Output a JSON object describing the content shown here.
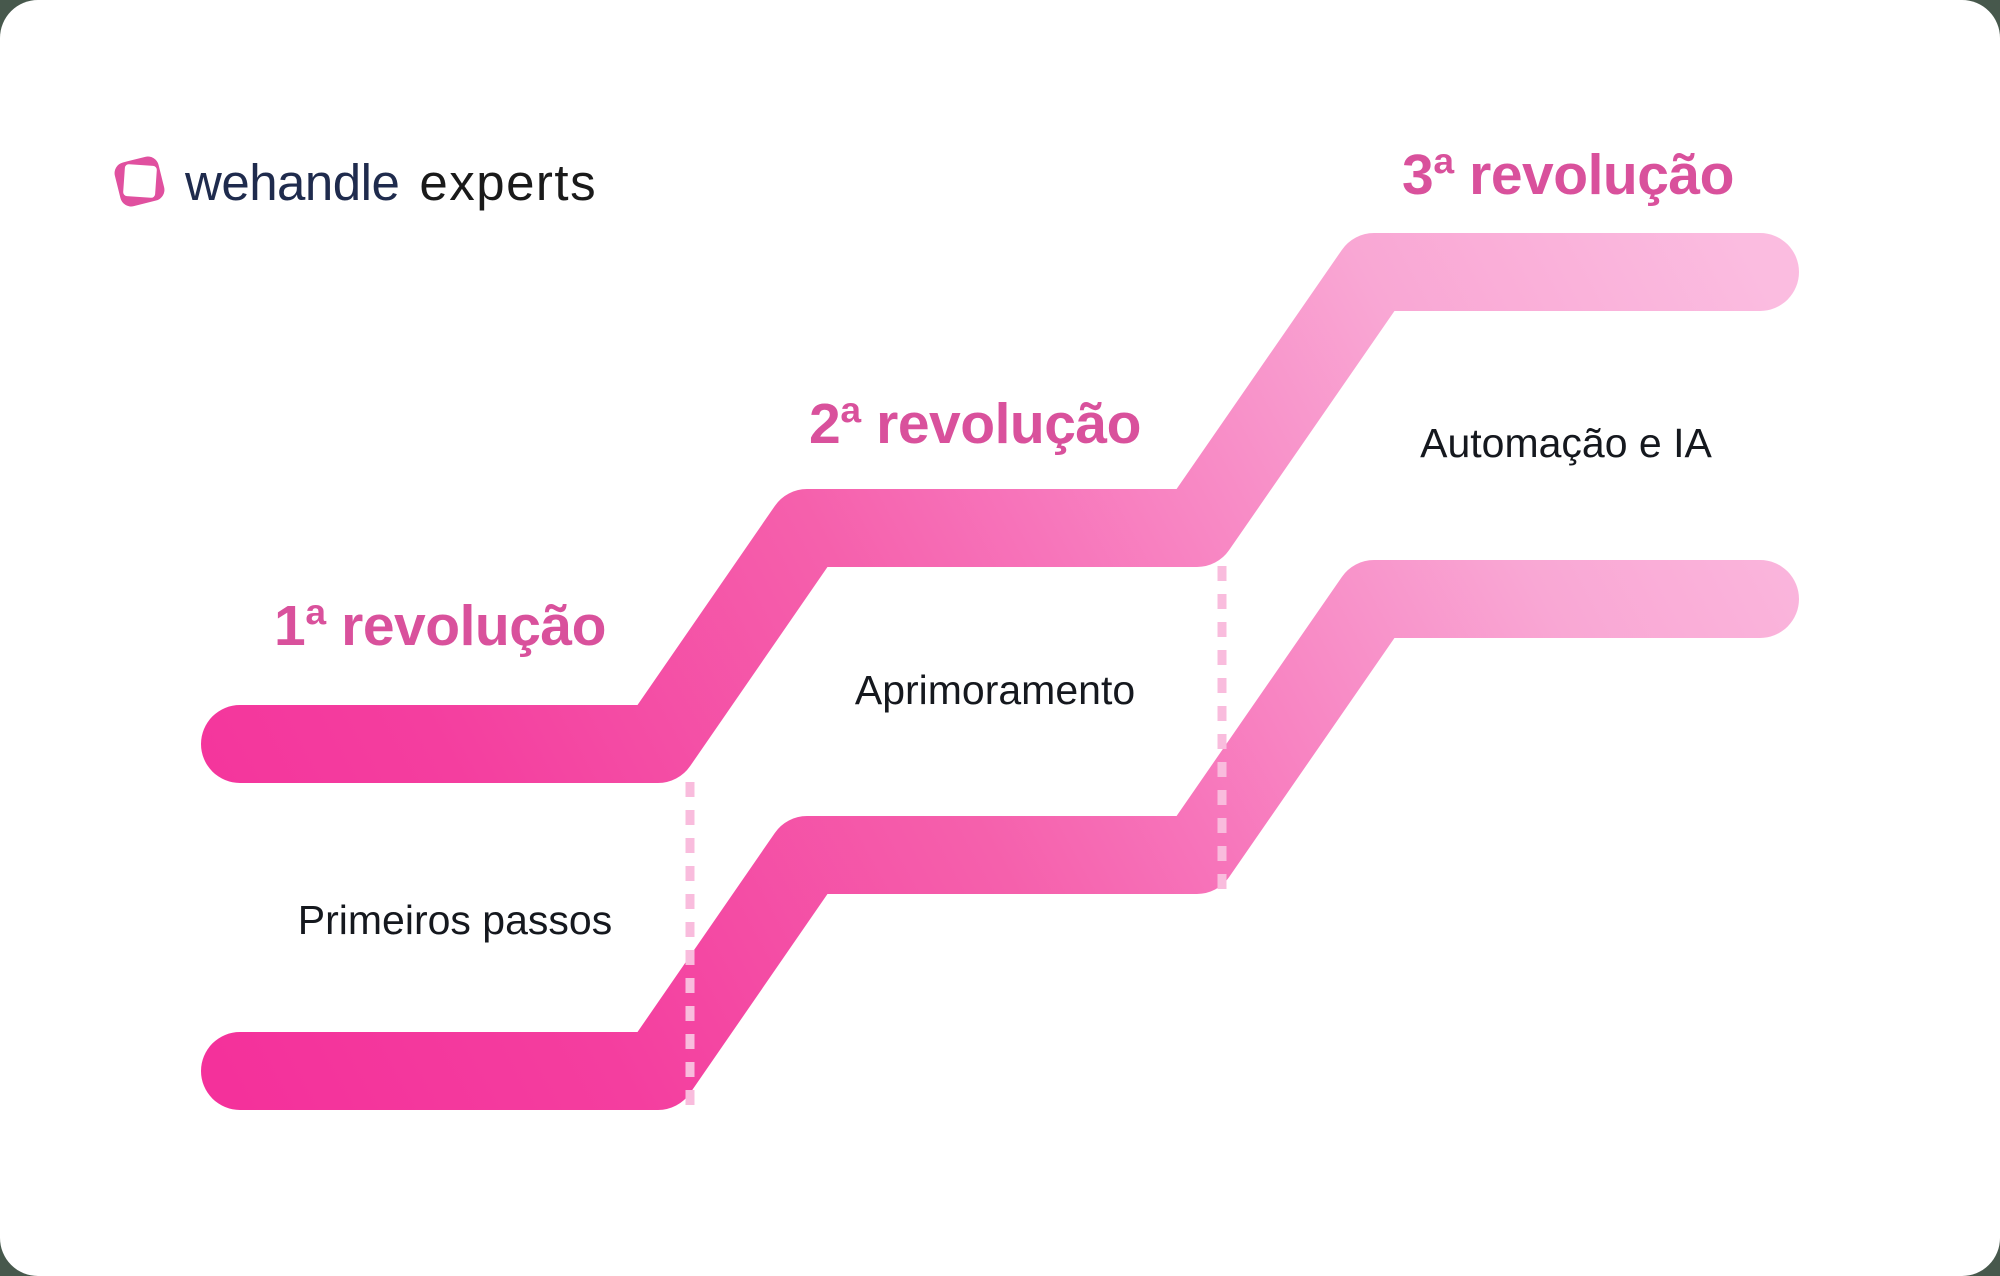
{
  "brand": {
    "name": "wehandle",
    "suffix": "experts",
    "icon": "wehandle-logo-icon"
  },
  "stages": [
    {
      "title": "1ª revolução",
      "label": "Primeiros passos"
    },
    {
      "title": "2ª revolução",
      "label": "Aprimoramento"
    },
    {
      "title": "3ª revolução",
      "label": "Automação e IA"
    }
  ],
  "diagram": {
    "type": "staircase-steps",
    "step_count": 3,
    "lines": 2,
    "divider_style": "dashed-vertical"
  },
  "colors": {
    "page_bg": "#47584C",
    "card_bg": "#FFFFFF",
    "title_pink": "#D9519C",
    "label_dark": "#15181E",
    "brand_navy": "#1F2B4D",
    "brand_dark": "#1A1A1A",
    "logo_pink": "#E0509F",
    "grad_0": "#F4319B",
    "grad_20": "#F43E9F",
    "grad_45": "#F560AC",
    "grad_55": "#F772B9",
    "grad_80": "#F9A7D4",
    "grad_100": "#FBBCE0",
    "dash_pink": "#F9BCDD"
  }
}
